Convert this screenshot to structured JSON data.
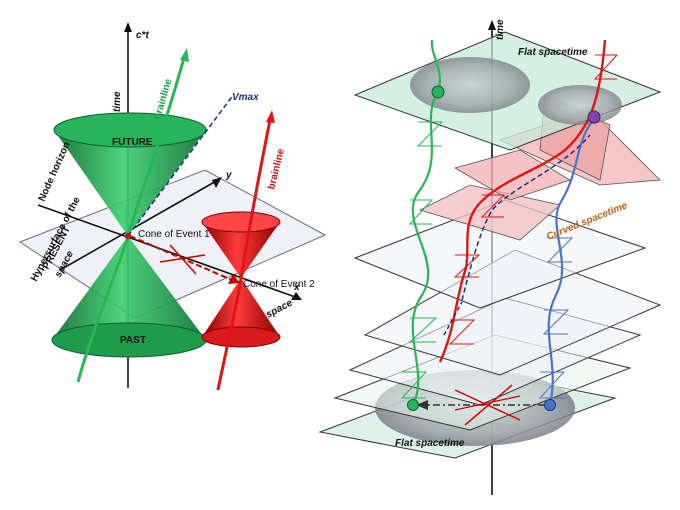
{
  "left_panel": {
    "axis_time": "time",
    "axis_ct": "c*t",
    "axis_y": "y",
    "axis_x": "x",
    "axis_space": "space",
    "vmax": "Vmax",
    "brainline_green": "brainline",
    "brainline_red": "brainline",
    "future": "FUTURE",
    "past": "PAST",
    "node_horizon": "Node horizon",
    "hypersurface_line1": "Hypersurface of the",
    "hypersurface_line2": "PRESENT",
    "plane_space": "space",
    "cone_event_1": "Cone of Event 1",
    "cone_event_2": "Cone of Event 2"
  },
  "right_panel": {
    "axis_time": "time",
    "flat_top": "Flat spacetime",
    "curved": "Curved spacetime",
    "flat_bottom": "Flat spacetime"
  },
  "colors": {
    "green_cone": "#1e9a4a",
    "red_cone": "#e01414",
    "brainline_green": "#25b855",
    "brainline_blue": "#4a74c9",
    "vmax_line": "#1a2f7a",
    "plane_green": "#cfeede",
    "plane_red": "#f5c2c2",
    "plane_grey": "#eef1f6",
    "curved_label": "#c06010"
  }
}
